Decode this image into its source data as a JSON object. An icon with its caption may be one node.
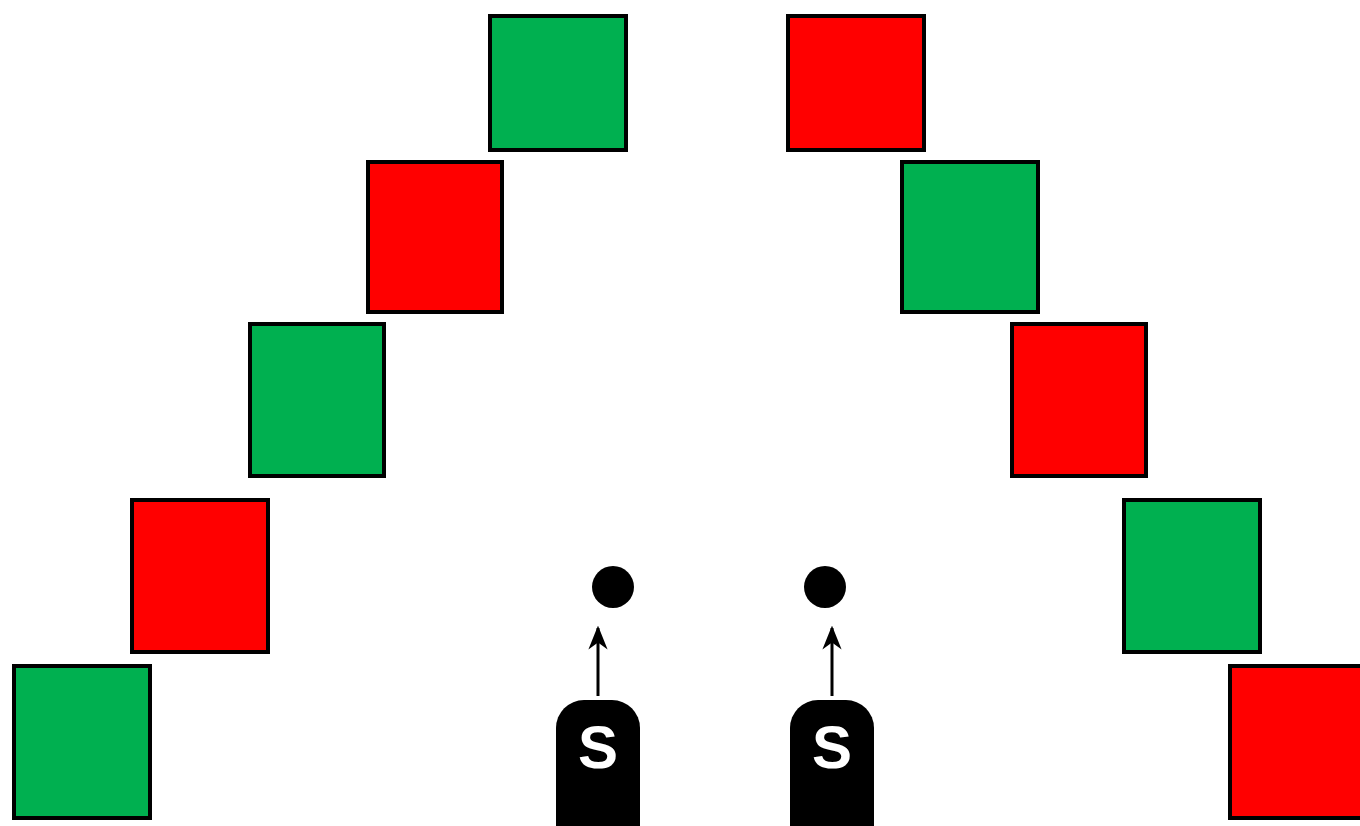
{
  "diagram": {
    "nodes": [
      {
        "text": [],
        "shape": "circle"
      },
      {
        "text": [],
        "shape": "circle"
      },
      {
        "text": [
          "S"
        ]
      },
      {
        "text": [
          "S"
        ]
      }
    ],
    "edges": [
      {
        "from": 2,
        "to": 0,
        "arrow": "to"
      },
      {
        "from": 3,
        "to": 1,
        "arrow": "to"
      }
    ]
  }
}
